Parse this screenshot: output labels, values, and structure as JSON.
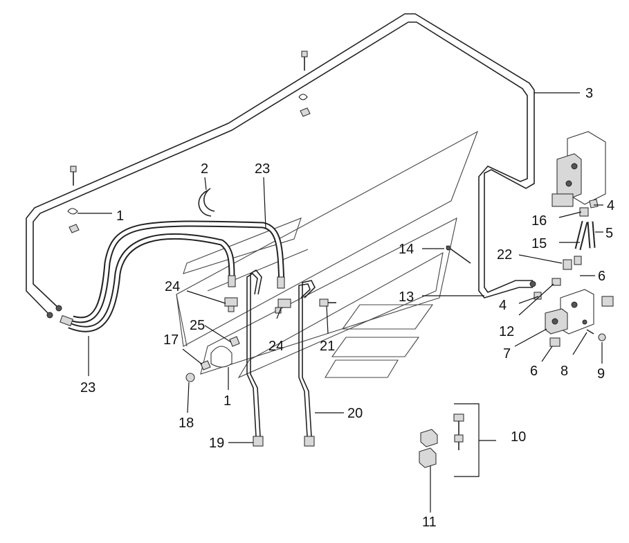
{
  "diagram": {
    "callouts": [
      {
        "id": "c3",
        "text": "3"
      },
      {
        "id": "c2",
        "text": "2"
      },
      {
        "id": "c23a",
        "text": "23"
      },
      {
        "id": "c1a",
        "text": "1"
      },
      {
        "id": "c4a",
        "text": "4"
      },
      {
        "id": "c16",
        "text": "16"
      },
      {
        "id": "c5",
        "text": "5"
      },
      {
        "id": "c15",
        "text": "15"
      },
      {
        "id": "c14",
        "text": "14"
      },
      {
        "id": "c22",
        "text": "22"
      },
      {
        "id": "c6a",
        "text": "6"
      },
      {
        "id": "c13",
        "text": "13"
      },
      {
        "id": "c4b",
        "text": "4"
      },
      {
        "id": "c12",
        "text": "12"
      },
      {
        "id": "c24a",
        "text": "24"
      },
      {
        "id": "c24b",
        "text": "24"
      },
      {
        "id": "c25",
        "text": "25"
      },
      {
        "id": "c17",
        "text": "17"
      },
      {
        "id": "c21",
        "text": "21"
      },
      {
        "id": "c7",
        "text": "7"
      },
      {
        "id": "c6b",
        "text": "6"
      },
      {
        "id": "c8",
        "text": "8"
      },
      {
        "id": "c9",
        "text": "9"
      },
      {
        "id": "c23b",
        "text": "23"
      },
      {
        "id": "c1b",
        "text": "1"
      },
      {
        "id": "c18",
        "text": "18"
      },
      {
        "id": "c20",
        "text": "20"
      },
      {
        "id": "c19",
        "text": "19"
      },
      {
        "id": "c10",
        "text": "10"
      },
      {
        "id": "c11",
        "text": "11"
      }
    ]
  }
}
